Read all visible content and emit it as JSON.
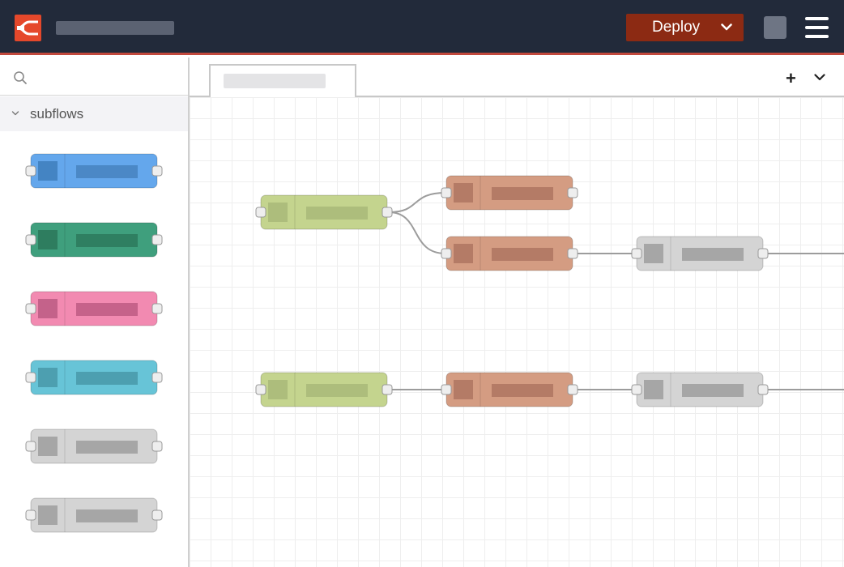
{
  "header": {
    "deploy_label": "Deploy",
    "icons": {
      "logo": "node-red-logo",
      "deploy_menu": "chevron-down-icon",
      "user": "user-avatar",
      "menu": "hamburger-menu-icon"
    },
    "colors": {
      "background": "#222a3a",
      "accent_bar": "#c2493d",
      "deploy_button": "#8c2a13",
      "logo": "#e5482b"
    }
  },
  "palette": {
    "search": {
      "value": "",
      "placeholder": ""
    },
    "category": {
      "label": "subflows",
      "expanded": true
    },
    "node_colors": [
      {
        "body": "#64a7ec",
        "icon": "#4484c3",
        "label": "#4b88c6"
      },
      {
        "body": "#3f9f7d",
        "icon": "#2e7d5f",
        "label": "#2f7f61"
      },
      {
        "body": "#f28ab1",
        "icon": "#c4628a",
        "label": "#c6628a"
      },
      {
        "body": "#67c4d7",
        "icon": "#4d9fb0",
        "label": "#4d9fb0"
      },
      {
        "body": "#d4d4d4",
        "icon": "#a6a6a6",
        "label": "#a6a6a6"
      },
      {
        "body": "#d4d4d4",
        "icon": "#a6a6a6",
        "label": "#a6a6a6"
      }
    ]
  },
  "workspace": {
    "tabs": [
      {
        "active": true
      }
    ],
    "add_tab_label": "+",
    "node_colors": {
      "green": {
        "body": "#c4d48e",
        "icon": "#adbd7c",
        "label": "#adbd7c"
      },
      "salmon": {
        "body": "#d49c82",
        "icon": "#b47b66",
        "label": "#b47b66"
      },
      "gray": {
        "body": "#d4d4d4",
        "icon": "#a6a6a6",
        "label": "#a6a6a6"
      }
    },
    "wire_color": "#9c9c9c"
  }
}
